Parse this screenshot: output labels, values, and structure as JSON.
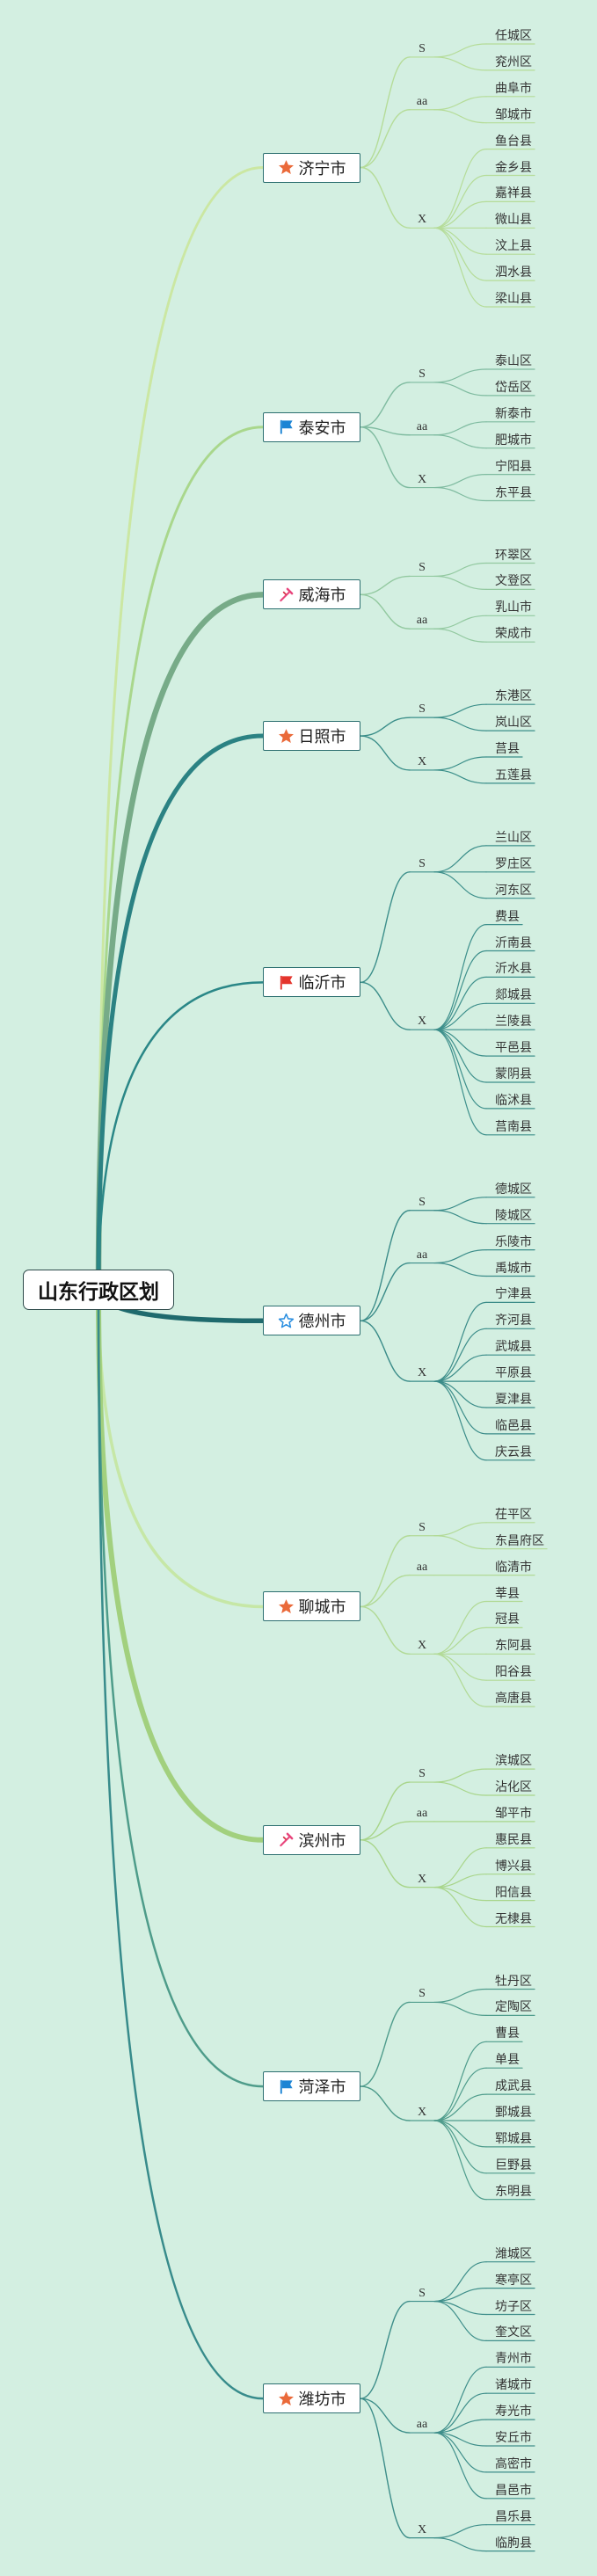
{
  "root": {
    "title": "山东行政区划"
  },
  "colors": {
    "background": "#d3efe1",
    "root_border": "#2e4a4a",
    "city_border": "#2c6f70",
    "text": "#333333"
  },
  "cities": [
    {
      "name": "济宁市",
      "icon": "star-orange-icon",
      "line_color": "#cbe7a2",
      "branch_color": "#b5dc98",
      "groups": [
        {
          "label": "S",
          "items": [
            "任城区",
            "兖州区"
          ]
        },
        {
          "label": "aa",
          "items": [
            "曲阜市",
            "邹城市"
          ]
        },
        {
          "label": "X",
          "items": [
            "鱼台县",
            "金乡县",
            "嘉祥县",
            "微山县",
            "汶上县",
            "泗水县",
            "梁山县"
          ]
        }
      ]
    },
    {
      "name": "泰安市",
      "icon": "flag-blue-icon",
      "line_color": "#a9d78c",
      "branch_color": "#7fbba0",
      "groups": [
        {
          "label": "S",
          "items": [
            "泰山区",
            "岱岳区"
          ]
        },
        {
          "label": "aa",
          "items": [
            "新泰市",
            "肥城市"
          ]
        },
        {
          "label": "X",
          "items": [
            "宁阳县",
            "东平县"
          ]
        }
      ]
    },
    {
      "name": "威海市",
      "icon": "tools-icon",
      "line_color": "#77ab88",
      "branch_color": "#93c9a0",
      "groups": [
        {
          "label": "S",
          "items": [
            "环翠区",
            "文登区"
          ]
        },
        {
          "label": "aa",
          "items": [
            "乳山市",
            "荣成市"
          ]
        }
      ]
    },
    {
      "name": "日照市",
      "icon": "star-orange-icon",
      "line_color": "#2b8283",
      "branch_color": "#3a8e89",
      "groups": [
        {
          "label": "S",
          "items": [
            "东港区",
            "岚山区"
          ]
        },
        {
          "label": "X",
          "items": [
            "莒县",
            "五莲县"
          ]
        }
      ]
    },
    {
      "name": "临沂市",
      "icon": "flag-red-icon",
      "line_color": "#2a8787",
      "branch_color": "#3d8f8b",
      "groups": [
        {
          "label": "S",
          "items": [
            "兰山区",
            "罗庄区",
            "河东区"
          ]
        },
        {
          "label": "X",
          "items": [
            "费县",
            "沂南县",
            "沂水县",
            "郯城县",
            "兰陵县",
            "平邑县",
            "蒙阴县",
            "临沭县",
            "莒南县"
          ]
        }
      ]
    },
    {
      "name": "德州市",
      "icon": "star-outline-blue-icon",
      "line_color": "#1f6a6d",
      "branch_color": "#3b8c89",
      "groups": [
        {
          "label": "S",
          "items": [
            "德城区",
            "陵城区"
          ]
        },
        {
          "label": "aa",
          "items": [
            "乐陵市",
            "禹城市"
          ]
        },
        {
          "label": "X",
          "items": [
            "宁津县",
            "齐河县",
            "武城县",
            "平原县",
            "夏津县",
            "临邑县",
            "庆云县"
          ]
        }
      ]
    },
    {
      "name": "聊城市",
      "icon": "star-orange-icon",
      "line_color": "#c6e7a6",
      "branch_color": "#b2da96",
      "groups": [
        {
          "label": "S",
          "items": [
            "茌平区",
            "东昌府区"
          ]
        },
        {
          "label": "aa",
          "items": [
            "临清市"
          ]
        },
        {
          "label": "X",
          "items": [
            "莘县",
            "冠县",
            "东阿县",
            "阳谷县",
            "高唐县"
          ]
        }
      ]
    },
    {
      "name": "滨州市",
      "icon": "tools-icon",
      "line_color": "#a2d07e",
      "branch_color": "#a8d58a",
      "groups": [
        {
          "label": "S",
          "items": [
            "滨城区",
            "沾化区"
          ]
        },
        {
          "label": "aa",
          "items": [
            "邹平市"
          ]
        },
        {
          "label": "X",
          "items": [
            "惠民县",
            "博兴县",
            "阳信县",
            "无棣县"
          ]
        }
      ]
    },
    {
      "name": "菏泽市",
      "icon": "flag-blue-icon",
      "line_color": "#4e9c8a",
      "branch_color": "#4f9c8c",
      "groups": [
        {
          "label": "S",
          "items": [
            "牡丹区",
            "定陶区"
          ]
        },
        {
          "label": "X",
          "items": [
            "曹县",
            "单县",
            "成武县",
            "鄄城县",
            "郓城县",
            "巨野县",
            "东明县"
          ]
        }
      ]
    },
    {
      "name": "潍坊市",
      "icon": "star-orange-icon",
      "line_color": "#378b8b",
      "branch_color": "#3e8e8a",
      "groups": [
        {
          "label": "S",
          "items": [
            "潍城区",
            "寒亭区",
            "坊子区",
            "奎文区"
          ]
        },
        {
          "label": "aa",
          "items": [
            "青州市",
            "诸城市",
            "寿光市",
            "安丘市",
            "高密市",
            "昌邑市"
          ]
        },
        {
          "label": "X",
          "items": [
            "昌乐县",
            "临朐县"
          ]
        }
      ]
    }
  ]
}
